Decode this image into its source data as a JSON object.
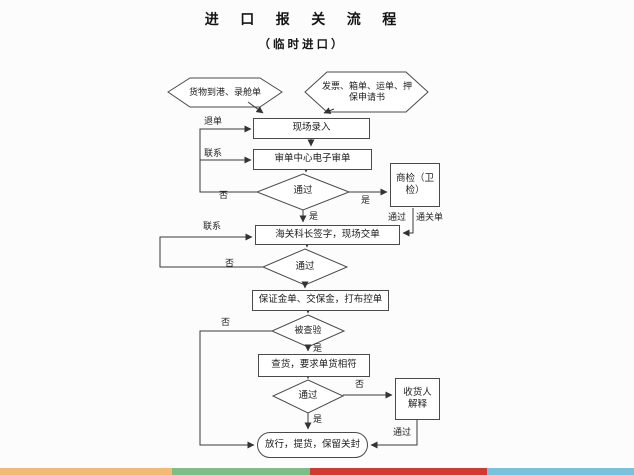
{
  "title": {
    "line1": "进 口 报 关 流 程",
    "line2": "（临时进口）"
  },
  "nodes": {
    "hex_arrival": "货物到港、录舱单",
    "hex_docs": "发票、箱单、运单、押保申请书",
    "entry": "现场录入",
    "review_center": "审单中心电子审单",
    "pass1": "通过",
    "commodity_inspection": "商检（卫检）",
    "chief_sign": "海关科长签字，现场交单",
    "pass2": "通过",
    "deposit": "保证金单、交保金，打布控单",
    "inspected": "被查验",
    "check_goods": "查货，要求单货相符",
    "pass4": "通过",
    "consignee_explain": "收货人解释",
    "release": "放行，提货，保留关封"
  },
  "edge_labels": {
    "return_doc": "退单",
    "contact1": "联系",
    "no1": "否",
    "yes_right": "是",
    "yes_down1": "是",
    "pass_inspection": "通过",
    "clearance_doc": "通关单",
    "contact2": "联系",
    "no2": "否",
    "no3": "否",
    "yes3": "是",
    "no4": "否",
    "yes4": "是",
    "pass_final": "通过"
  },
  "footer": {
    "segments": [
      {
        "name": "orange",
        "color": "#F2BA72",
        "width": 172
      },
      {
        "name": "green",
        "color": "#7CBD88",
        "width": 138
      },
      {
        "name": "red",
        "color": "#D03A30",
        "width": 177
      },
      {
        "name": "blue",
        "color": "#77C2DC",
        "width": 147
      }
    ]
  }
}
